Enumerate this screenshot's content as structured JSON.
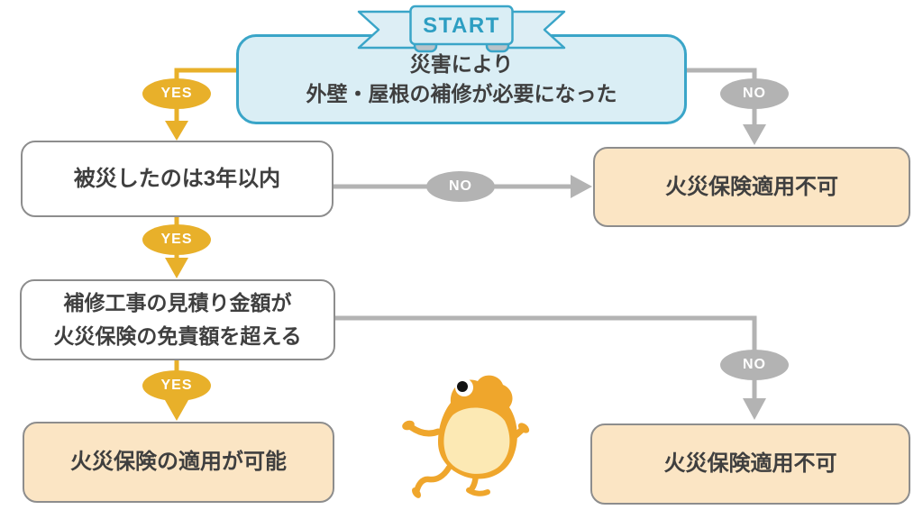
{
  "diagram": {
    "start_badge": {
      "label": "START"
    },
    "nodes": [
      {
        "id": "disaster-repair-needed",
        "type": "start-question",
        "lines": [
          "災害により",
          "外壁・屋根の補修が必要になった"
        ]
      },
      {
        "id": "damaged-within-3-years",
        "type": "question",
        "lines": [
          "被災したのは3年以内"
        ]
      },
      {
        "id": "estimate-exceeds-deductible",
        "type": "question",
        "lines": [
          "補修工事の見積り金額が",
          "火災保険の免責額を超える"
        ]
      },
      {
        "id": "insurance-applicable",
        "type": "result-positive",
        "lines": [
          "火災保険の適用が可能"
        ]
      },
      {
        "id": "insurance-not-applicable-top",
        "type": "result-negative",
        "lines": [
          "火災保険適用不可"
        ]
      },
      {
        "id": "insurance-not-applicable-bottom",
        "type": "result-negative",
        "lines": [
          "火災保険適用不可"
        ]
      }
    ],
    "edges": [
      {
        "id": "yes-1",
        "label": "YES",
        "from": "disaster-repair-needed",
        "to": "damaged-within-3-years"
      },
      {
        "id": "no-1",
        "label": "NO",
        "from": "disaster-repair-needed",
        "to": "insurance-not-applicable-top"
      },
      {
        "id": "no-2",
        "label": "NO",
        "from": "damaged-within-3-years",
        "to": "insurance-not-applicable-top"
      },
      {
        "id": "yes-2",
        "label": "YES",
        "from": "damaged-within-3-years",
        "to": "estimate-exceeds-deductible"
      },
      {
        "id": "no-3",
        "label": "NO",
        "from": "estimate-exceeds-deductible",
        "to": "insurance-not-applicable-bottom"
      },
      {
        "id": "yes-3",
        "label": "YES",
        "from": "estimate-exceeds-deductible",
        "to": "insurance-applicable"
      }
    ],
    "colors": {
      "yes_badge": "#e8b02a",
      "no_badge": "#b3b3b3",
      "start_fill": "#daeef5",
      "start_border": "#3aa5c8",
      "start_text": "#2d9ec2",
      "result_fill": "#fbe5c4",
      "box_border": "#8d8d8d",
      "body_text": "#3f3f3f"
    },
    "mascot": {
      "name": "frog-character",
      "body_color": "#efa62c",
      "belly_color": "#fce9b4"
    }
  }
}
